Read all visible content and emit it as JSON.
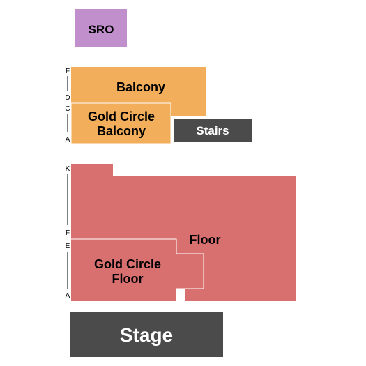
{
  "colors": {
    "sro": "#c18fcc",
    "balcony": "#f2ae5b",
    "floor": "#d87070",
    "stairs": "#4b4b4b",
    "stage": "#4b4b4b"
  },
  "sections": {
    "sro": {
      "label": "SRO"
    },
    "balcony": {
      "label": "Balcony"
    },
    "gold_circle_balcony": {
      "label_line1": "Gold Circle",
      "label_line2": "Balcony"
    },
    "stairs": {
      "label": "Stairs"
    },
    "floor": {
      "label": "Floor"
    },
    "gold_circle_floor": {
      "label_line1": "Gold Circle",
      "label_line2": "Floor"
    },
    "stage": {
      "label": "Stage"
    }
  },
  "row_labels": {
    "balcony_top": "F",
    "balcony_bottom": "D",
    "gold_balcony_top": "C",
    "gold_balcony_bottom": "A",
    "floor_top": "K",
    "floor_bottom": "F",
    "gold_floor_top": "E",
    "gold_floor_bottom": "A"
  }
}
